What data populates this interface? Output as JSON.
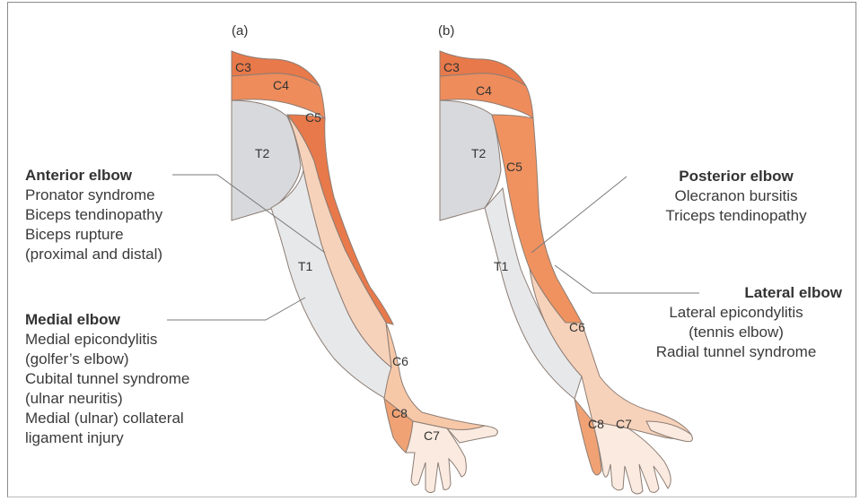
{
  "panels": {
    "a": "(a)",
    "b": "(b)"
  },
  "dermatomes_a": [
    "C3",
    "C4",
    "C5",
    "T2",
    "T1",
    "C6",
    "C8",
    "C7"
  ],
  "dermatomes_b": [
    "C3",
    "C4",
    "T2",
    "C5",
    "T1",
    "C6",
    "C8",
    "C7"
  ],
  "anterior": {
    "title": "Anterior elbow",
    "items": [
      "Pronator syndrome",
      "Biceps tendinopathy",
      "Biceps rupture",
      "(proximal and distal)"
    ]
  },
  "medial": {
    "title": "Medial elbow",
    "items": [
      "Medial epicondylitis",
      "(golfer’s elbow)",
      "Cubital tunnel syndrome",
      "(ulnar neuritis)",
      "Medial (ulnar) collateral",
      "ligament injury"
    ]
  },
  "posterior": {
    "title": "Posterior elbow",
    "items": [
      "Olecranon bursitis",
      "Triceps tendinopathy"
    ]
  },
  "lateral": {
    "title": "Lateral elbow",
    "items": [
      "Lateral epicondylitis",
      "(tennis elbow)",
      "Radial tunnel syndrome"
    ]
  },
  "colors": {
    "dark_orange": "#e8794a",
    "mid_orange": "#f0a274",
    "light_peach": "#f7d2ba",
    "pale_peach": "#faeadf",
    "grey": "#d8d9dc",
    "light_grey": "#e7e8ea",
    "outline": "#8c7d74"
  }
}
